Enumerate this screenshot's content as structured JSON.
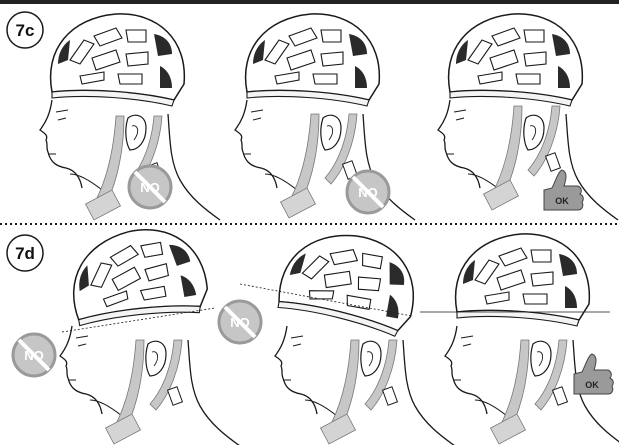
{
  "colors": {
    "rule_top": "#222222",
    "line": "#1a1a1a",
    "strap": "#c7c7c7",
    "vent": "#2a2a2a",
    "sign_fill": "#c6c6c6",
    "sign_stroke": "#9a9a9a",
    "thumb_fill": "#9a9a9a"
  },
  "sections": [
    {
      "label": "7c",
      "panels": [
        {
          "badge": "NO"
        },
        {
          "badge": "NO"
        },
        {
          "badge": "OK"
        }
      ]
    },
    {
      "label": "7d",
      "panels": [
        {
          "badge": "NO"
        },
        {
          "badge": "NO"
        },
        {
          "badge": "OK"
        }
      ]
    }
  ]
}
